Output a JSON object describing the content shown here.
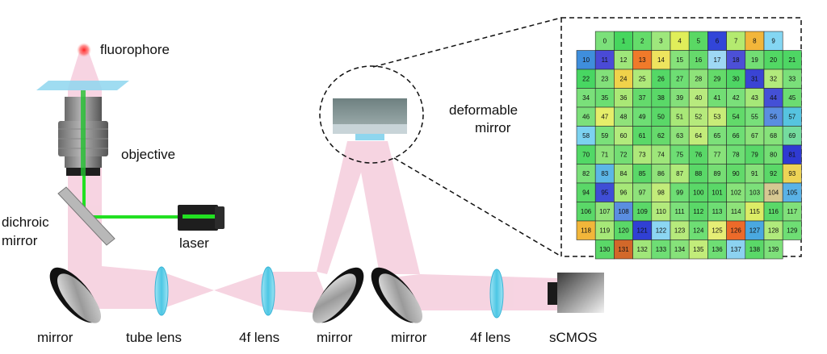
{
  "labels": {
    "fluorophore": "fluorophore",
    "objective": "objective",
    "dichroic_line1": "dichroic",
    "dichroic_line2": "mirror",
    "laser": "laser",
    "mirror1": "mirror",
    "tube_lens": "tube lens",
    "fourf_lens1": "4f lens",
    "mirror2": "mirror",
    "mirror3": "mirror",
    "fourf_lens2": "4f lens",
    "scmos": "sCMOS",
    "deformable_line1": "deformable",
    "deformable_line2": "mirror"
  },
  "actuator_grid": {
    "rows": [
      {
        "cells": [
          0,
          1,
          2,
          3,
          4,
          5,
          6,
          7,
          8,
          9
        ]
      },
      {
        "cells": [
          10,
          11,
          12,
          13,
          14,
          15,
          16,
          17,
          18,
          19,
          20,
          21
        ]
      },
      {
        "cells": [
          22,
          23,
          24,
          25,
          26,
          27,
          28,
          29,
          30,
          31,
          32,
          33
        ]
      },
      {
        "cells": [
          34,
          35,
          36,
          37,
          38,
          39,
          40,
          41,
          42,
          43,
          44,
          45
        ]
      },
      {
        "cells": [
          46,
          47,
          48,
          49,
          50,
          51,
          52,
          53,
          54,
          55,
          56,
          57
        ]
      },
      {
        "cells": [
          58,
          59,
          60,
          61,
          62,
          63,
          64,
          65,
          66,
          67,
          68,
          69
        ]
      },
      {
        "cells": [
          70,
          71,
          72,
          73,
          74,
          75,
          76,
          77,
          78,
          79,
          80,
          81
        ]
      },
      {
        "cells": [
          82,
          83,
          84,
          85,
          86,
          87,
          88,
          89,
          90,
          91,
          92,
          93
        ]
      },
      {
        "cells": [
          94,
          95,
          96,
          97,
          98,
          99,
          100,
          101,
          102,
          103,
          104,
          105
        ]
      },
      {
        "cells": [
          106,
          107,
          108,
          109,
          110,
          111,
          112,
          113,
          114,
          115,
          116,
          117
        ]
      },
      {
        "cells": [
          118,
          119,
          120,
          121,
          122,
          123,
          124,
          125,
          126,
          127,
          128,
          129
        ]
      },
      {
        "cells": [
          130,
          131,
          132,
          133,
          134,
          135,
          136,
          137,
          138,
          139
        ]
      }
    ],
    "cell_colors": {
      "0": "#7be07a",
      "1": "#46d65e",
      "2": "#64dc6a",
      "3": "#9ee77c",
      "4": "#e0ee5a",
      "5": "#5ad864",
      "6": "#3245d8",
      "7": "#b4ea70",
      "8": "#f2b63a",
      "9": "#84d6f2",
      "10": "#3f8edc",
      "11": "#4a4ad6",
      "12": "#9ee67a",
      "13": "#f07a2a",
      "14": "#eee45e",
      "15": "#86e27a",
      "16": "#66da6c",
      "17": "#9ed8f4",
      "18": "#4c50d6",
      "19": "#72de74",
      "20": "#52d864",
      "21": "#4ed664",
      "22": "#48d662",
      "23": "#82e07a",
      "24": "#f0d24a",
      "25": "#aee97a",
      "26": "#54d866",
      "27": "#6ede74",
      "28": "#8ee27a",
      "29": "#64da6a",
      "30": "#4ed664",
      "31": "#3a44d4",
      "32": "#b2ea7c",
      "33": "#7ae07a",
      "34": "#7ae07a",
      "35": "#6cde72",
      "36": "#aae876",
      "37": "#64da6c",
      "38": "#5ad868",
      "39": "#84e07a",
      "40": "#b8ea7e",
      "41": "#72de74",
      "42": "#7ae07a",
      "43": "#a6e878",
      "44": "#4450d6",
      "45": "#6cdc72",
      "46": "#7ce07a",
      "47": "#e6ee6a",
      "48": "#90e27a",
      "49": "#6ede74",
      "50": "#5ad868",
      "51": "#a8e878",
      "52": "#b6ea7c",
      "53": "#c8ec78",
      "54": "#62da6a",
      "55": "#78e07a",
      "56": "#5a8ee0",
      "57": "#56c4e0",
      "58": "#7cd2f0",
      "59": "#7ae07a",
      "60": "#b2ea7c",
      "61": "#5ad868",
      "62": "#66da6c",
      "63": "#8ee27a",
      "64": "#c2ec7a",
      "65": "#7ce07a",
      "66": "#6ede74",
      "67": "#8ce27a",
      "68": "#86e27a",
      "69": "#74dc9e",
      "70": "#52d866",
      "71": "#8ee27a",
      "72": "#74de74",
      "73": "#aee87a",
      "74": "#9ee67a",
      "75": "#6ede74",
      "76": "#5ad868",
      "77": "#88e27a",
      "78": "#6ede74",
      "79": "#58d868",
      "80": "#74de74",
      "81": "#2f3ad2",
      "82": "#7ae07a",
      "83": "#5cb6e6",
      "84": "#a0e67a",
      "85": "#5ad868",
      "86": "#90e27a",
      "87": "#b0ea7a",
      "88": "#5ad868",
      "89": "#76de74",
      "90": "#62da6a",
      "91": "#86e07a",
      "92": "#5ad868",
      "93": "#eed456",
      "94": "#5ad868",
      "95": "#3f4ed6",
      "96": "#a6e878",
      "97": "#8ee27a",
      "98": "#c2ec7a",
      "99": "#6ede74",
      "100": "#5ad868",
      "101": "#5ad868",
      "102": "#88e27a",
      "103": "#7ce07a",
      "104": "#d6c892",
      "105": "#5ab2e6",
      "106": "#5ad868",
      "107": "#92e27a",
      "108": "#5a8ee0",
      "109": "#5ad868",
      "110": "#b2ea7c",
      "111": "#7ce07a",
      "112": "#5ad868",
      "113": "#6ede74",
      "114": "#8ee27a",
      "115": "#dcec66",
      "116": "#5ad868",
      "117": "#80e07a",
      "118": "#f2b63a",
      "119": "#a6e878",
      "120": "#5ad868",
      "121": "#3040d4",
      "122": "#8cd6f2",
      "123": "#b6ea7c",
      "124": "#6ede74",
      "125": "#e6ee76",
      "126": "#ec6a2a",
      "127": "#4aa8e0",
      "128": "#b0ea7c",
      "129": "#6ede74",
      "130": "#5ad868",
      "131": "#d2682a",
      "132": "#a0e67a",
      "133": "#6ede74",
      "134": "#86e27a",
      "135": "#c2ec7a",
      "136": "#6ede74",
      "137": "#8cd2f0",
      "138": "#5ad868",
      "139": "#7ee07a"
    }
  },
  "colors": {
    "beam": "#f4c6d8",
    "laser_beam": "#22e022",
    "lens": "#7ad8ec",
    "glass": "#8ed6ee"
  }
}
